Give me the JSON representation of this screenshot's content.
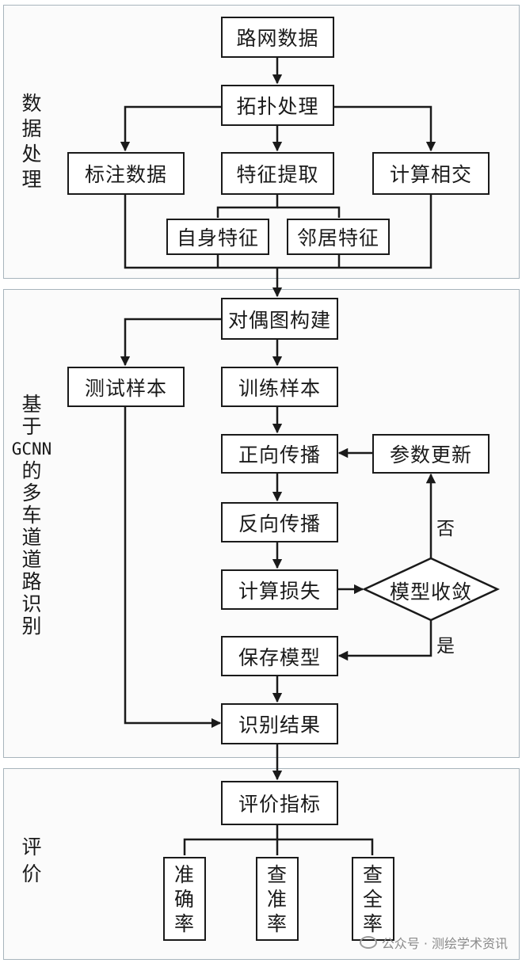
{
  "sections": {
    "data_processing": "数据处理",
    "gcnn": [
      "基",
      "于",
      "GCNN",
      "的",
      "多",
      "车",
      "道",
      "道",
      "路",
      "识",
      "别"
    ],
    "evaluation": "评价"
  },
  "nodes": {
    "road_data": "路网数据",
    "topology": "拓扑处理",
    "label_data": "标注数据",
    "feature_extract": "特征提取",
    "compute_intersect": "计算相交",
    "self_feature": "自身特征",
    "neighbor_feature": "邻居特征",
    "dual_graph": "对偶图构建",
    "test_samples": "测试样本",
    "train_samples": "训练样本",
    "forward_prop": "正向传播",
    "param_update": "参数更新",
    "backward_prop": "反向传播",
    "compute_loss": "计算损失",
    "model_converge": "模型收敛",
    "save_model": "保存模型",
    "result": "识别结果",
    "eval_index": "评价指标",
    "accuracy": [
      "准",
      "确",
      "率"
    ],
    "precision": [
      "查",
      "准",
      "率"
    ],
    "recall": [
      "查",
      "全",
      "率"
    ]
  },
  "edge_labels": {
    "no": "否",
    "yes": "是"
  },
  "watermark": "公众号 · 测绘学术资讯"
}
